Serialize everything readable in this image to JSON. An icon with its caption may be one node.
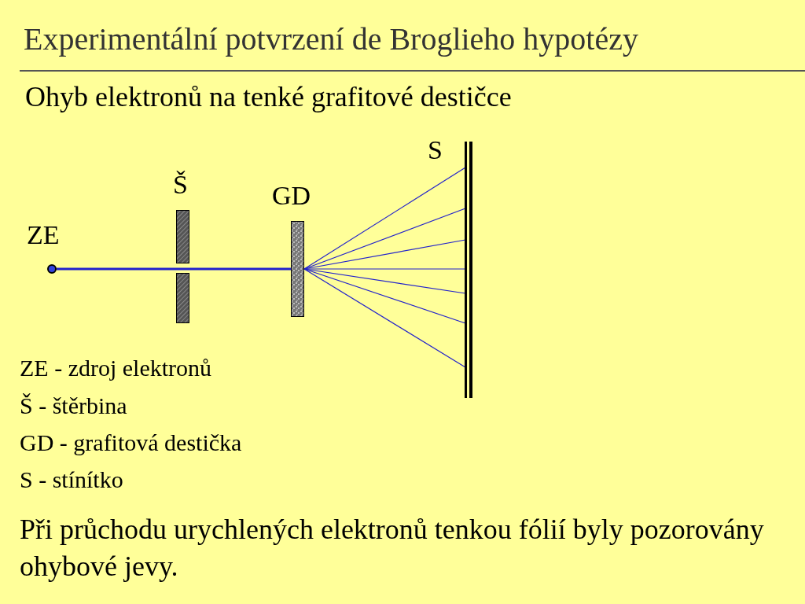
{
  "diagram": {
    "title": "Experimentální potvrzení de Broglieho hypotézy",
    "nodes": [
      {
        "text": [],
        "shape": "circle",
        "beside": [
          "ZE"
        ]
      },
      {
        "text": [],
        "shape": "bar",
        "beside": [
          "Š"
        ]
      },
      {
        "text": [],
        "shape": "bar"
      },
      {
        "text": [],
        "shape": "bar",
        "beside": [
          "GD"
        ]
      },
      {
        "text": [],
        "shape": "bar",
        "beside": [
          "S"
        ]
      }
    ],
    "edges": [
      {
        "from": 0,
        "to": 3,
        "arrow": "none",
        "style": "thick"
      },
      {
        "from": 3,
        "to": 4,
        "arrow": "none"
      },
      {
        "from": 3,
        "to": 4,
        "arrow": "none"
      },
      {
        "from": 3,
        "to": 4,
        "arrow": "none"
      },
      {
        "from": 3,
        "to": 4,
        "arrow": "none"
      },
      {
        "from": 3,
        "to": 4,
        "arrow": "none"
      },
      {
        "from": 3,
        "to": 4,
        "arrow": "none"
      },
      {
        "from": 3,
        "to": 4,
        "arrow": "none"
      }
    ],
    "labels": [
      "Ohyb elektronů na tenké grafitové destičce",
      "ZE - zdroj elektronů",
      "Š - štěrbina",
      "GD - grafitová destička",
      "S - stínítko",
      "Při průchodu urychlených elektronů tenkou fólií byly pozorovány ohybové jevy."
    ]
  }
}
